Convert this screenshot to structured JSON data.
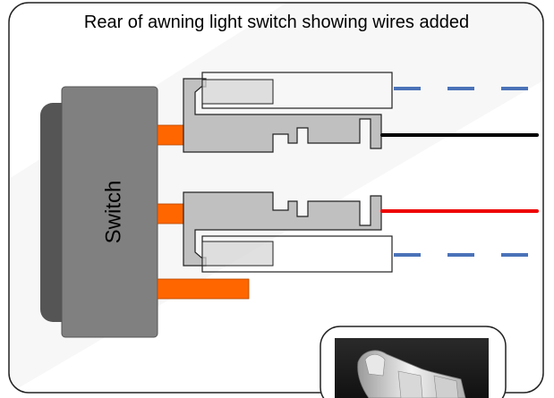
{
  "title": "Rear of awning light switch showing wires added",
  "switch": {
    "label": "Switch"
  },
  "colors": {
    "background_stripe": "#f0f0f0",
    "frame_border": "#222222",
    "switch_body": "#808080",
    "switch_rocker": "#555555",
    "pins": "#ff6600",
    "terminal": "#c0c0c0",
    "wire_black": "#000000",
    "wire_red": "#ee0000",
    "wire_dashed": "#4a72b8"
  },
  "inset_photo": {
    "icon": "spade-connector-photo"
  }
}
